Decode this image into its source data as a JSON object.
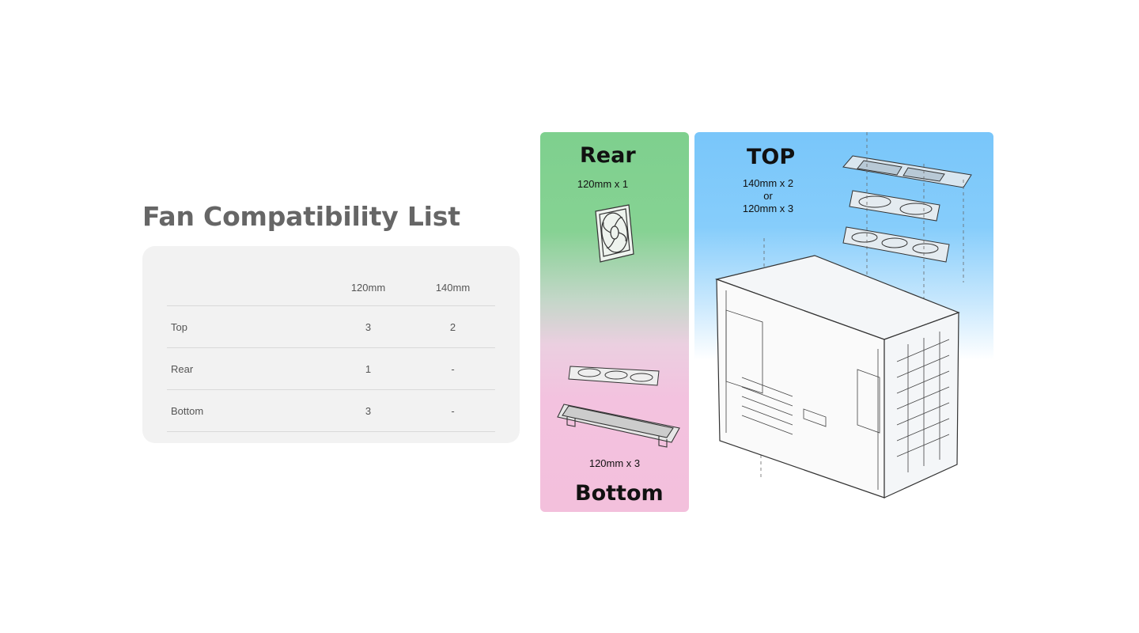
{
  "section": {
    "title": "Fan Compatibility List"
  },
  "table": {
    "headers": [
      "",
      "120mm",
      "140mm"
    ],
    "rows": [
      {
        "location": "Top",
        "mm120": "3",
        "mm140": "2"
      },
      {
        "location": "Rear",
        "mm120": "1",
        "mm140": "-"
      },
      {
        "location": "Bottom",
        "mm120": "3",
        "mm140": "-"
      }
    ]
  },
  "diagram": {
    "rear": {
      "label": "Rear",
      "spec": "120mm x 1"
    },
    "bottom": {
      "label": "Bottom",
      "spec": "120mm x 3"
    },
    "top": {
      "label": "TOP",
      "spec_line1": "140mm x 2",
      "spec_line2": "or",
      "spec_line3": "120mm x 3"
    }
  },
  "colors": {
    "rear_panel": "#7ed08e",
    "bottom_panel": "#f3c0dc",
    "top_panel": "#79c6fa"
  }
}
